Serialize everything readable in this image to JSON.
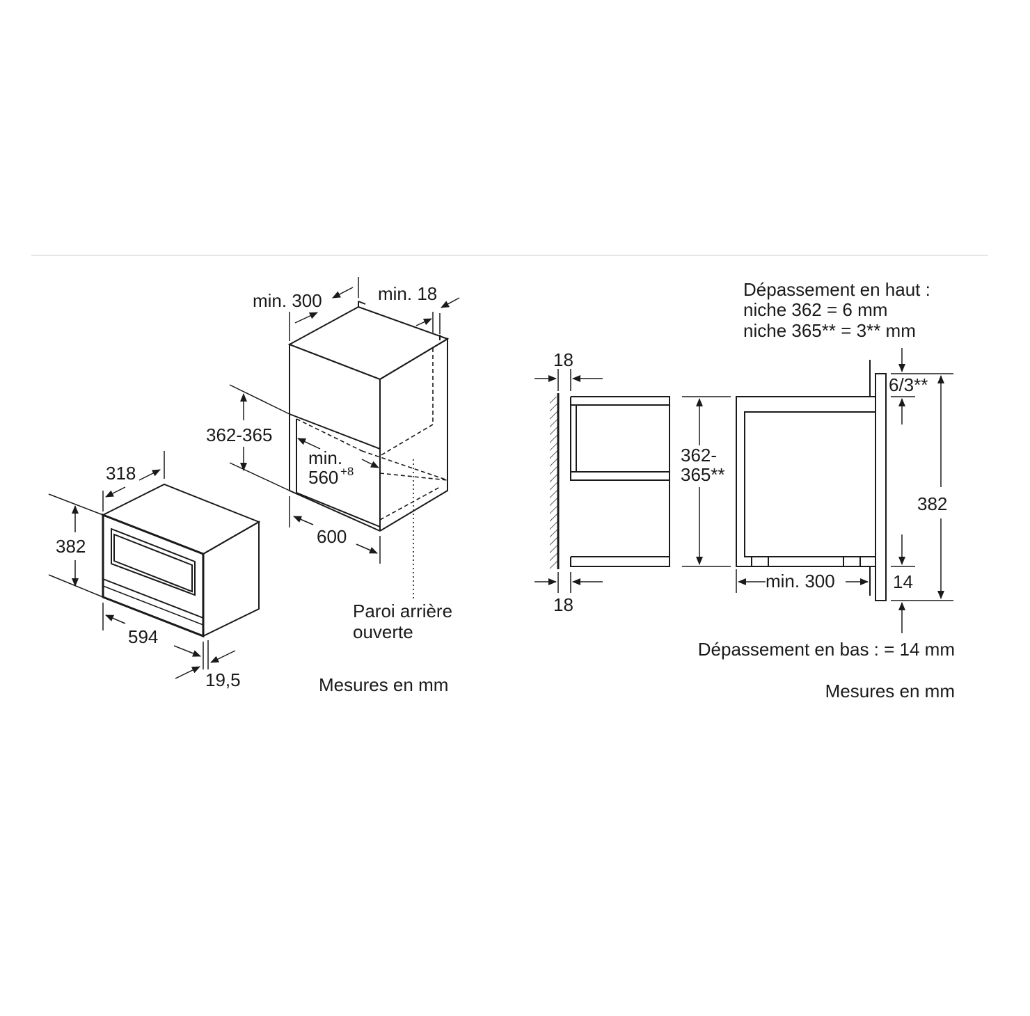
{
  "left_diagram": {
    "dims": {
      "min_300": "min. 300",
      "min_18": "min. 18",
      "h_362_365": "362-365",
      "min_label": "min.",
      "min_560": "560",
      "min_560_sup": "+8",
      "w_600": "600",
      "d_318": "318",
      "h_382": "382",
      "w_594": "594",
      "d_19_5": "19,5"
    },
    "notes": {
      "rear_wall_line1": "Paroi arrière",
      "rear_wall_line2": "ouverte",
      "units": "Mesures en mm"
    }
  },
  "right_diagram": {
    "dims": {
      "top_18": "18",
      "bottom_18": "18",
      "niche_line1": "362-",
      "niche_line2": "365**",
      "min_300": "min. 300",
      "overhang_top": "6/3**",
      "h_382": "382",
      "overhang_bottom": "14"
    },
    "notes": {
      "top_overhang_line1": "Dépassement en haut :",
      "top_overhang_line2": "niche 362 = 6 mm",
      "top_overhang_line3": "niche 365** = 3** mm",
      "bottom_overhang": "Dépassement en bas : = 14 mm",
      "units": "Mesures en mm"
    }
  }
}
